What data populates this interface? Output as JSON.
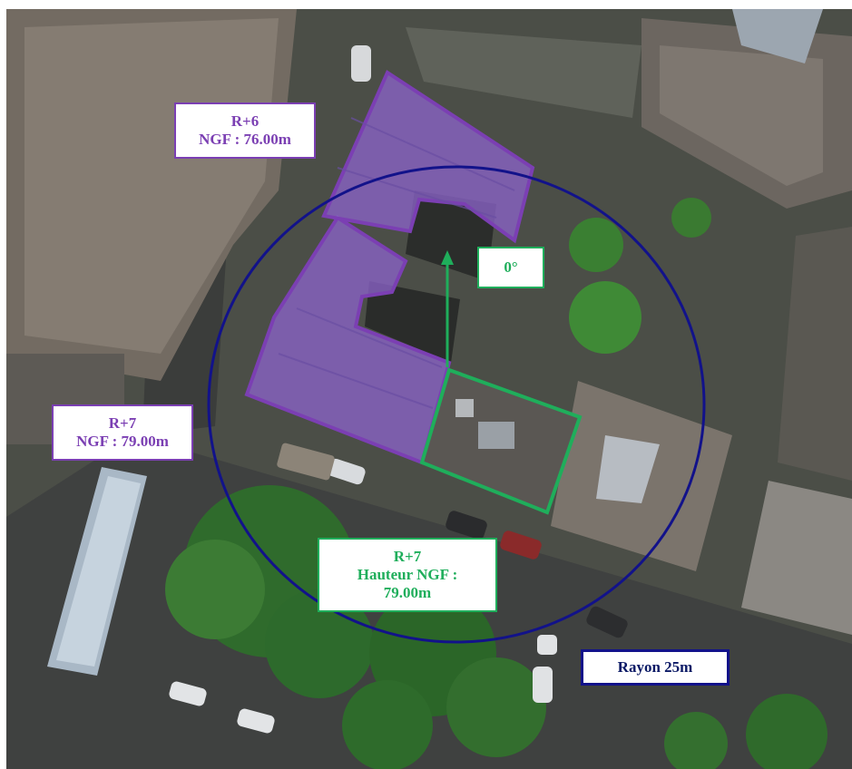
{
  "labels": {
    "building_a": {
      "level": "R+6",
      "ngf": "NGF : 76.00m"
    },
    "building_b": {
      "level": "R+7",
      "ngf": "NGF : 79.00m"
    },
    "angle": "0°",
    "project": {
      "level": "R+7",
      "line1": "Hauteur NGF :",
      "line2": "79.00m"
    },
    "radius": "Rayon 25m"
  },
  "colors": {
    "existing_buildings": "#7b3fb3",
    "project_footprint": "#1fae5b",
    "radius_circle": "#12128a"
  }
}
